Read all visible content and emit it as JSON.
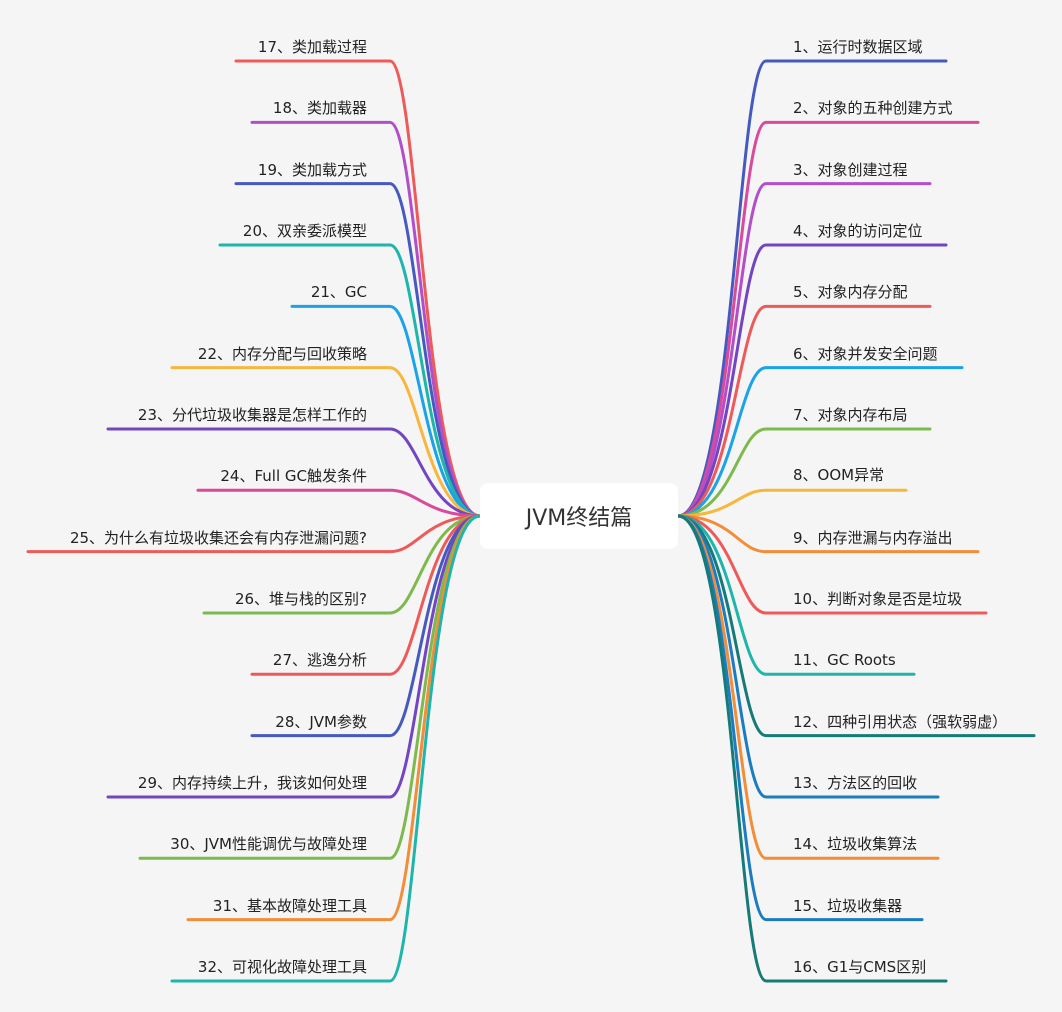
{
  "central": {
    "label": "JVM终结篇"
  },
  "right_nodes": [
    {
      "label": "1、运行时数据区域",
      "color": "#4659bf"
    },
    {
      "label": "2、对象的五种创建方式",
      "color": "#d94a9c"
    },
    {
      "label": "3、对象创建过程",
      "color": "#b24fc8"
    },
    {
      "label": "4、对象的访问定位",
      "color": "#7246c0"
    },
    {
      "label": "5、对象内存分配",
      "color": "#ee5a5a"
    },
    {
      "label": "6、对象并发安全问题",
      "color": "#1aa3e8"
    },
    {
      "label": "7、对象内存布局",
      "color": "#7db94c"
    },
    {
      "label": "8、OOM异常",
      "color": "#f6b73c"
    },
    {
      "label": "9、内存泄漏与内存溢出",
      "color": "#f28d3a"
    },
    {
      "label": "10、判断对象是否是垃圾",
      "color": "#ee5a5a"
    },
    {
      "label": "11、GC Roots",
      "color": "#1eb5aa"
    },
    {
      "label": "12、四种引用状态（强软弱虚）",
      "color": "#167a78"
    },
    {
      "label": "13、方法区的回收",
      "color": "#1c7cc0"
    },
    {
      "label": "14、垃圾收集算法",
      "color": "#f28d3a"
    },
    {
      "label": "15、垃圾收集器",
      "color": "#1c7cc0"
    },
    {
      "label": "16、G1与CMS区别",
      "color": "#167a78"
    }
  ],
  "left_nodes": [
    {
      "label": "17、类加载过程",
      "color": "#ee5a5a"
    },
    {
      "label": "18、类加载器",
      "color": "#b24fc8"
    },
    {
      "label": "19、类加载方式",
      "color": "#4659bf"
    },
    {
      "label": "20、双亲委派模型",
      "color": "#1eb5aa"
    },
    {
      "label": "21、GC",
      "color": "#1aa3e8"
    },
    {
      "label": "22、内存分配与回收策略",
      "color": "#f6b73c"
    },
    {
      "label": "23、分代垃圾收集器是怎样工作的",
      "color": "#7246c0"
    },
    {
      "label": "24、Full GC触发条件",
      "color": "#d94a9c"
    },
    {
      "label": "25、为什么有垃圾收集还会有内存泄漏问题?",
      "color": "#ee5a5a"
    },
    {
      "label": "26、堆与栈的区别?",
      "color": "#7db94c"
    },
    {
      "label": "27、逃逸分析",
      "color": "#ee5a5a"
    },
    {
      "label": "28、JVM参数",
      "color": "#4659bf"
    },
    {
      "label": "29、内存持续上升，我该如何处理",
      "color": "#7246c0"
    },
    {
      "label": "30、JVM性能调优与故障处理",
      "color": "#7db94c"
    },
    {
      "label": "31、基本故障处理工具",
      "color": "#f28d3a"
    },
    {
      "label": "32、可视化故障处理工具",
      "color": "#1eb5aa"
    }
  ]
}
